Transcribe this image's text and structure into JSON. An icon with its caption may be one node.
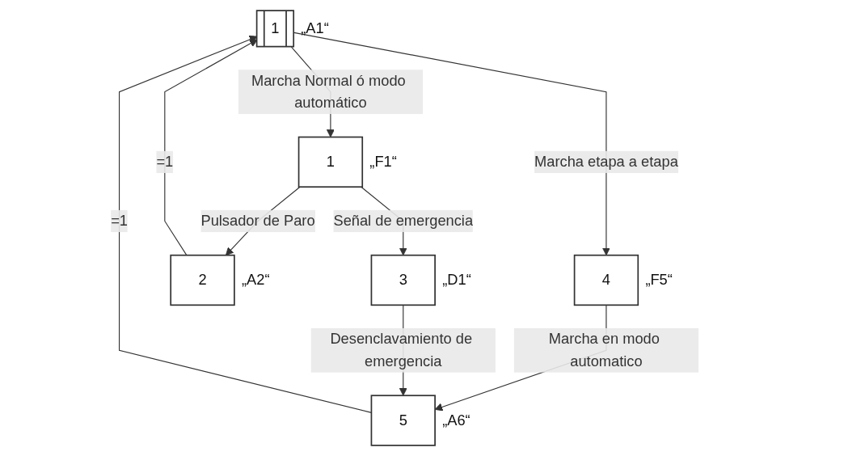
{
  "diagram": {
    "nodes": [
      {
        "text": [
          "1"
        ],
        "beside": [
          "„A1“"
        ]
      },
      {
        "text": [
          "1"
        ],
        "beside": [
          "„F1“"
        ]
      },
      {
        "text": [
          "4"
        ],
        "beside": [
          "„F5“"
        ]
      },
      {
        "text": [
          "2"
        ],
        "beside": [
          "„A2“"
        ]
      },
      {
        "text": [
          "3"
        ],
        "beside": [
          "„D1“"
        ]
      },
      {
        "text": [
          "5"
        ],
        "beside": [
          "„A6“"
        ]
      }
    ],
    "edges": [
      {
        "from": 0,
        "to": 1,
        "arrow": "to",
        "label": "Marcha Normal ó modo automático"
      },
      {
        "from": 0,
        "to": 2,
        "arrow": "to",
        "label": "Marcha etapa a etapa"
      },
      {
        "from": 1,
        "to": 3,
        "arrow": "to",
        "label": "Pulsador de Paro"
      },
      {
        "from": 1,
        "to": 4,
        "arrow": "to",
        "label": "Señal de emergencia"
      },
      {
        "from": 2,
        "to": 5,
        "arrow": "to",
        "label": "Marcha en modo automatico"
      },
      {
        "from": 3,
        "to": 0,
        "arrow": "to",
        "label": "=1"
      },
      {
        "from": 4,
        "to": 5,
        "arrow": "to",
        "label": "Desenclavamiento de emergencia"
      },
      {
        "from": 5,
        "to": 0,
        "arrow": "to",
        "label": "=1"
      }
    ]
  }
}
